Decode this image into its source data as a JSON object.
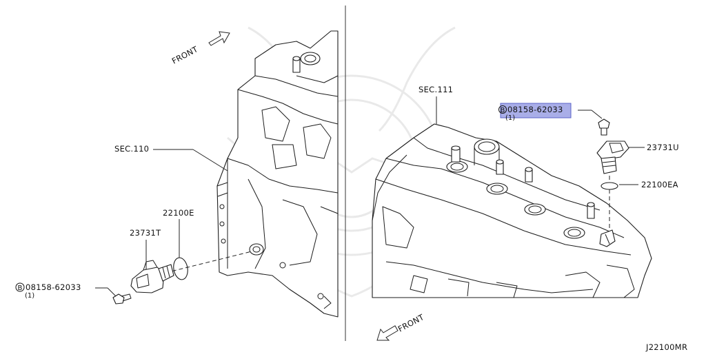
{
  "diagram": {
    "code": "J22100MR",
    "left_panel": {
      "front_label": "FRONT",
      "section_label": "SEC.110",
      "oring_label": "22100E",
      "sensor_label": "23731T",
      "bolt_label": "08158-62033",
      "bolt_prefix": "B",
      "bolt_qty": "(1)"
    },
    "right_panel": {
      "front_label": "FRONT",
      "section_label": "SEC.111",
      "sensor_label": "23731U",
      "oring_label": "22100EA",
      "bolt_label": "08158-62033",
      "bolt_prefix": "B",
      "bolt_qty": "(1)",
      "highlight_color": "#a9aee8",
      "highlight_border": "#5a63c8"
    }
  }
}
